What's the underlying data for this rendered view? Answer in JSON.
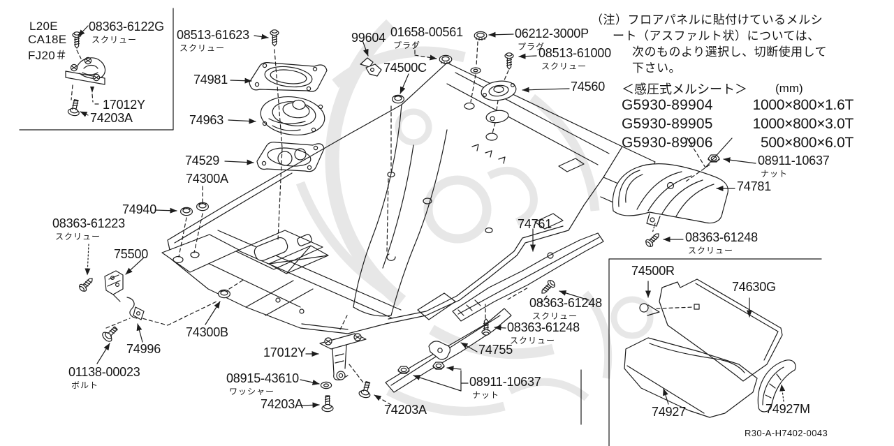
{
  "page": {
    "background": "#ffffff",
    "ink_color": "#1c1c1c",
    "watermark_color": "#e7e7e7",
    "drawing_number": "R30-A-H7402-0043"
  },
  "note": {
    "lines": [
      "（注）フロアパネルに貼付けているメルシ",
      "ート（アスファルト状）については、",
      "次のものより選択し、切断使用して",
      "下さい。"
    ]
  },
  "melsheet": {
    "heading": "＜感圧式メルシート＞",
    "unit": "(mm)",
    "rows": [
      {
        "code": "G5930-89904",
        "size": "1000×800×1.6T"
      },
      {
        "code": "G5930-89905",
        "size": "1000×800×3.0T"
      },
      {
        "code": "G5930-89906",
        "size": "500×800×6.0T"
      }
    ]
  },
  "engine_box": {
    "codes": [
      "L20E",
      "CA18E",
      "FJ20＃"
    ]
  },
  "callouts": [
    {
      "part": "08363-6122G",
      "sub": "スクリュー"
    },
    {
      "part": "17012Y"
    },
    {
      "part": "74203A"
    },
    {
      "part": "08513-61623",
      "sub": "スクリュー"
    },
    {
      "part": "74981"
    },
    {
      "part": "74963"
    },
    {
      "part": "74529"
    },
    {
      "part": "74300A"
    },
    {
      "part": "99604"
    },
    {
      "part": "74500C"
    },
    {
      "part": "01658-00561",
      "sub": "プラグ"
    },
    {
      "part": "06212-3000P",
      "sub": "プラグ"
    },
    {
      "part": "08513-61000",
      "sub": "スクリュー"
    },
    {
      "part": "74560"
    },
    {
      "part": "74940"
    },
    {
      "part": "08363-61223",
      "sub": "スクリュー"
    },
    {
      "part": "75500"
    },
    {
      "part": "74996"
    },
    {
      "part": "01138-00023",
      "sub": "ボルト"
    },
    {
      "part": "74300B"
    },
    {
      "part": "17012Y"
    },
    {
      "part": "08915-43610",
      "sub": "ワッシャー"
    },
    {
      "part": "74203A"
    },
    {
      "part": "74203A"
    },
    {
      "part": "74761"
    },
    {
      "part": "08363-61248",
      "sub": "スクリュー"
    },
    {
      "part": "08363-61248",
      "sub": "スクリュー"
    },
    {
      "part": "74755"
    },
    {
      "part": "08911-10637",
      "sub": "ナット"
    },
    {
      "part": "08911-10637",
      "sub": "ナット"
    },
    {
      "part": "74781"
    },
    {
      "part": "08363-61248",
      "sub": "スクリュー"
    },
    {
      "part": "74500R"
    },
    {
      "part": "74630G"
    },
    {
      "part": "74927"
    },
    {
      "part": "74927M"
    }
  ]
}
